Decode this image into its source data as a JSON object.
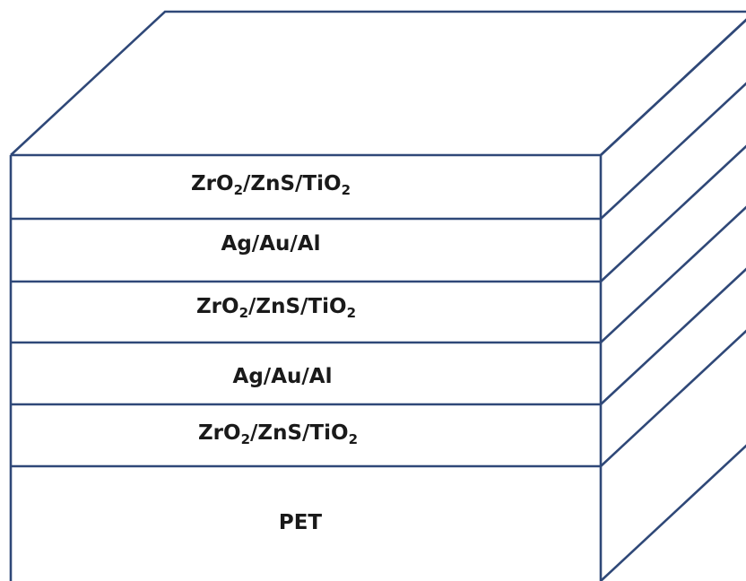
{
  "diagram": {
    "line_color": "#2f4878",
    "layers": [
      {
        "id": "layer-1",
        "label": {
          "parts": [
            {
              "t": "ZrO"
            },
            {
              "t": "2",
              "sub": true
            },
            {
              "t": "/ZnS/TiO"
            },
            {
              "t": "2",
              "sub": true
            }
          ]
        }
      },
      {
        "id": "layer-2",
        "label": {
          "parts": [
            {
              "t": "Ag/Au/Al"
            }
          ]
        }
      },
      {
        "id": "layer-3",
        "label": {
          "parts": [
            {
              "t": "ZrO"
            },
            {
              "t": "2",
              "sub": true
            },
            {
              "t": "/ZnS/TiO"
            },
            {
              "t": "2",
              "sub": true
            }
          ]
        }
      },
      {
        "id": "layer-4",
        "label": {
          "parts": [
            {
              "t": "Ag/Au/Al"
            }
          ]
        }
      },
      {
        "id": "layer-5",
        "label": {
          "parts": [
            {
              "t": "ZrO"
            },
            {
              "t": "2",
              "sub": true
            },
            {
              "t": "/ZnS/TiO"
            },
            {
              "t": "2",
              "sub": true
            }
          ]
        }
      },
      {
        "id": "substrate",
        "label": {
          "parts": [
            {
              "t": "PET"
            }
          ]
        }
      }
    ]
  }
}
